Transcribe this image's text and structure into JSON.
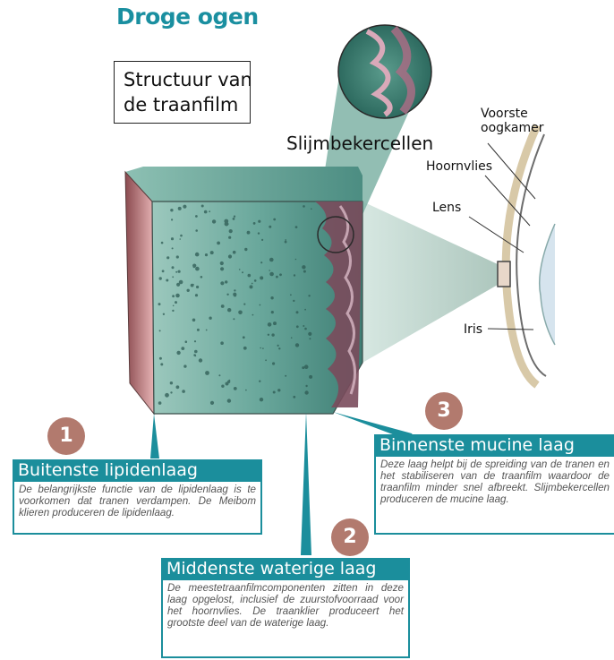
{
  "page": {
    "title": "Droge ogen",
    "structure_label_line1": "Structuur van",
    "structure_label_line2": "de traanfilm"
  },
  "labels": {
    "slijmbekercellen": "Slijmbekercellen",
    "voorste_line1": "Voorste",
    "voorste_line2": "oogkamer",
    "hoornvlies": "Hoornvlies",
    "lens": "Lens",
    "iris": "Iris"
  },
  "callouts": [
    {
      "number": "1",
      "heading": "Buitenste lipidenlaag",
      "text": "De belangrijkste functie van de lipidenlaag is te voorkomen dat tranen verdampen. De Meibom klieren produceren de lipidenlaag."
    },
    {
      "number": "2",
      "heading": "Middenste waterige laag",
      "text": "De meestetraanfilmcomponenten zitten in deze laag opgelost, inclusief de zuurstofvoorraad voor het hoornvlies. De traanklier produceert het grootste deel van de waterige laag."
    },
    {
      "number": "3",
      "heading": "Binnenste mucine laag",
      "text": "Deze laag helpt bij de spreiding van de tranen en het stabiliseren van de traanfilm waardoor de traanfilm minder snel afbreekt. Slijmbekercellen produceren de mucine laag."
    }
  ],
  "colors": {
    "accent": "#1b8e9c",
    "title": "#1a8fa0",
    "number_circle": "#b27a6e"
  }
}
